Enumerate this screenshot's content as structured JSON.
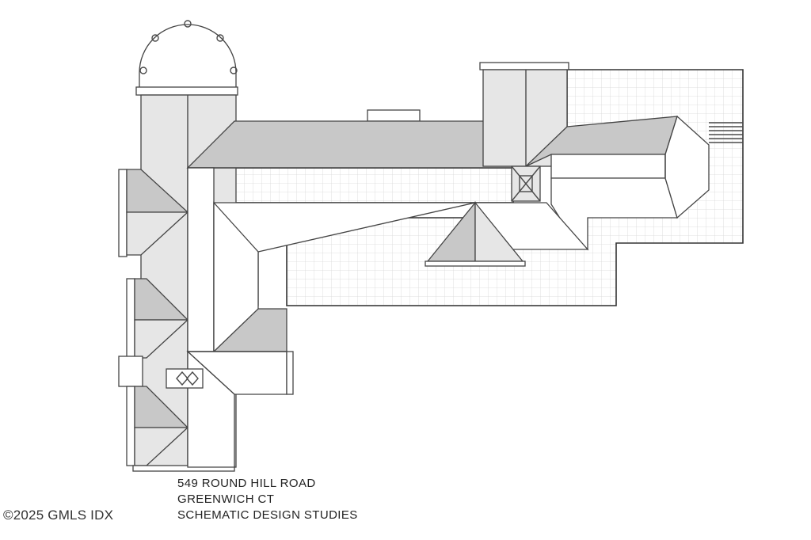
{
  "caption": {
    "line1": "549 ROUND HILL ROAD",
    "line2": "GREENWICH CT",
    "line3": "SCHEMATIC DESIGN STUDIES"
  },
  "watermark": "©2025 GMLS IDX"
}
